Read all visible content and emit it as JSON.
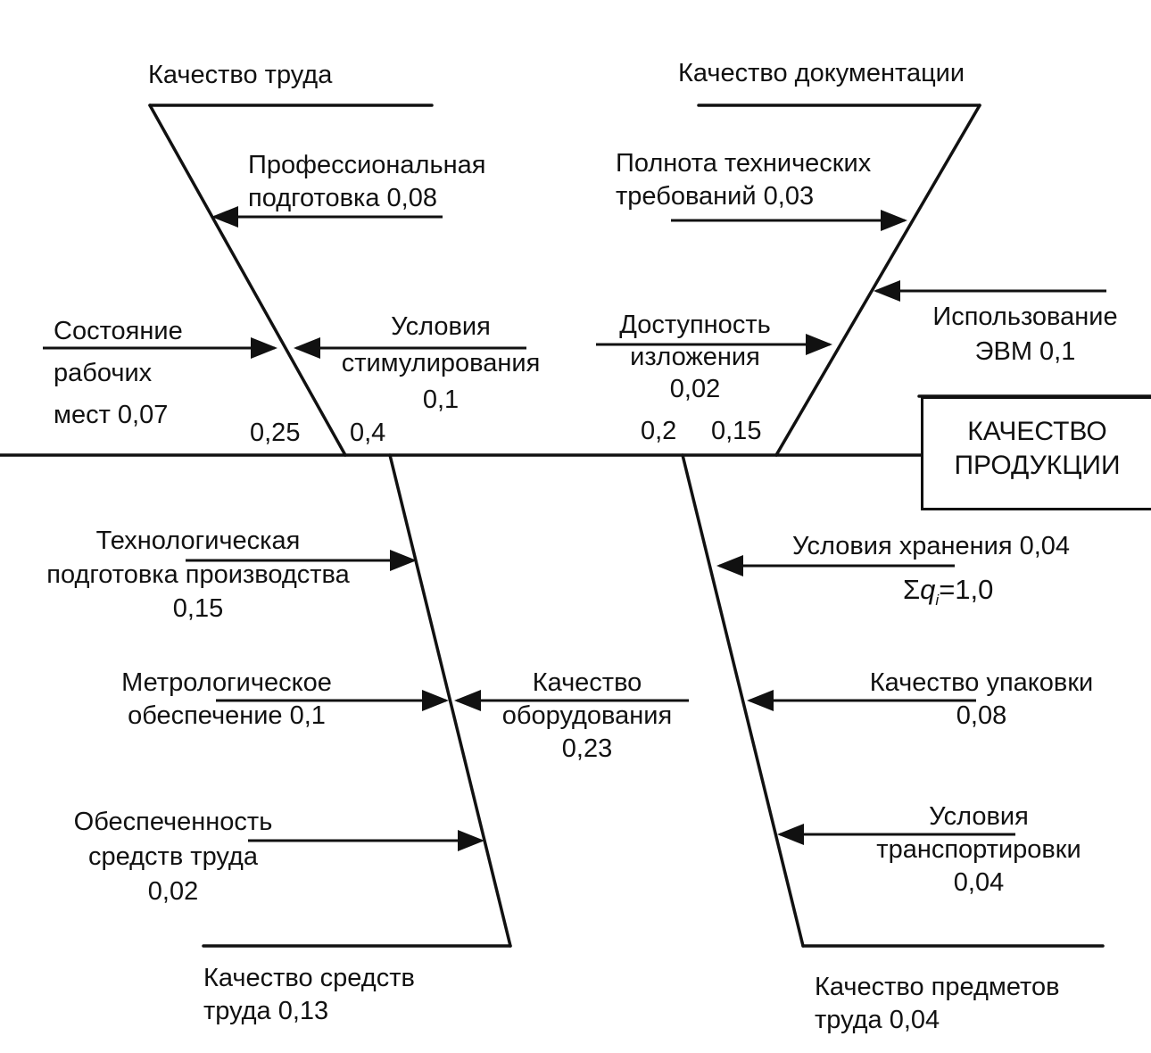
{
  "result": {
    "line1": "КАЧЕСТВО",
    "line2": "ПРОДУКЦИИ"
  },
  "branches": {
    "labor_quality": {
      "title": "Качество труда"
    },
    "documentation_quality": {
      "title": "Качество документации"
    },
    "labor_means_quality": {
      "line1": "Качество средств",
      "line2": "труда 0,13"
    },
    "labor_objects_quality": {
      "line1": "Качество предметов",
      "line2": "труда 0,04"
    }
  },
  "spine_weights": {
    "w1": "0,25",
    "w2": "0,4",
    "w3": "0,2",
    "w4": "0,15"
  },
  "factors": {
    "professional_training": {
      "line1": "Профессиональная",
      "line2": "подготовка 0,08"
    },
    "workplace_state": {
      "line1": "Состояние",
      "line2": "рабочих",
      "line3": "мест 0,07"
    },
    "incentive_conditions": {
      "line1": "Условия",
      "line2": "стимулирования",
      "line3": "0,1"
    },
    "tech_requirements": {
      "line1": "Полнота технических",
      "line2": "требований 0,03"
    },
    "computer_use": {
      "line1": "Использование",
      "line2": "ЭВМ   0,1"
    },
    "presentation_access": {
      "line1": "Доступность",
      "line2": "изложения",
      "line3": "0,02"
    },
    "tech_preparation": {
      "line1": "Технологическая",
      "line2": "подготовка производства",
      "line3": "0,15"
    },
    "metrology": {
      "line1": "Метрологическое",
      "line2": "обеспечение 0,1"
    },
    "equipment_quality": {
      "line1": "Качество",
      "line2": "оборудования",
      "line3": "0,23"
    },
    "tools_provision": {
      "line1": "Обеспеченность",
      "line2": "средств труда",
      "line3": "0,02"
    },
    "storage_conditions": {
      "line1": "Условия хранения 0,04"
    },
    "packaging_quality": {
      "line1": "Качество упаковки",
      "line2": "0,08"
    },
    "transport_conditions": {
      "line1": "Условия",
      "line2": "транспортировки",
      "line3": "0,04"
    }
  },
  "sum": {
    "symbol": "Σ",
    "var": "q",
    "sub": "i",
    "rest": "=1,0"
  }
}
